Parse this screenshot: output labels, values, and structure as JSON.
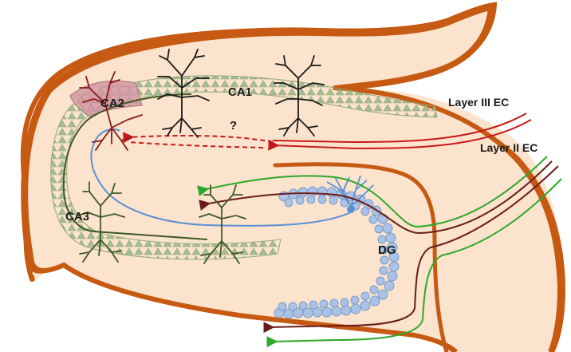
{
  "labels": {
    "ca1": "CA1",
    "ca2": "CA2",
    "ca3": "CA3",
    "dg": "DG",
    "layer_iii_ec": "Layer III EC",
    "layer_ii_ec": "Layer II EC",
    "unknown_projection": "?"
  },
  "colors": {
    "tissue_fill": "#fbe3cd",
    "outline": "#c65a12",
    "pyramidal_layer": "#9db88a",
    "ca2_region": "#c98a92",
    "granule_cells": "#a9c2e6",
    "layer_iii_path": "#c81a1a",
    "layer_ii_path_green": "#2ea82a",
    "layer_ii_path_brown": "#6a1c1c",
    "mossy_fiber": "#5b8fd4",
    "schaffer_collateral": "#3d5a22",
    "neuron": "#1a1a1a"
  }
}
